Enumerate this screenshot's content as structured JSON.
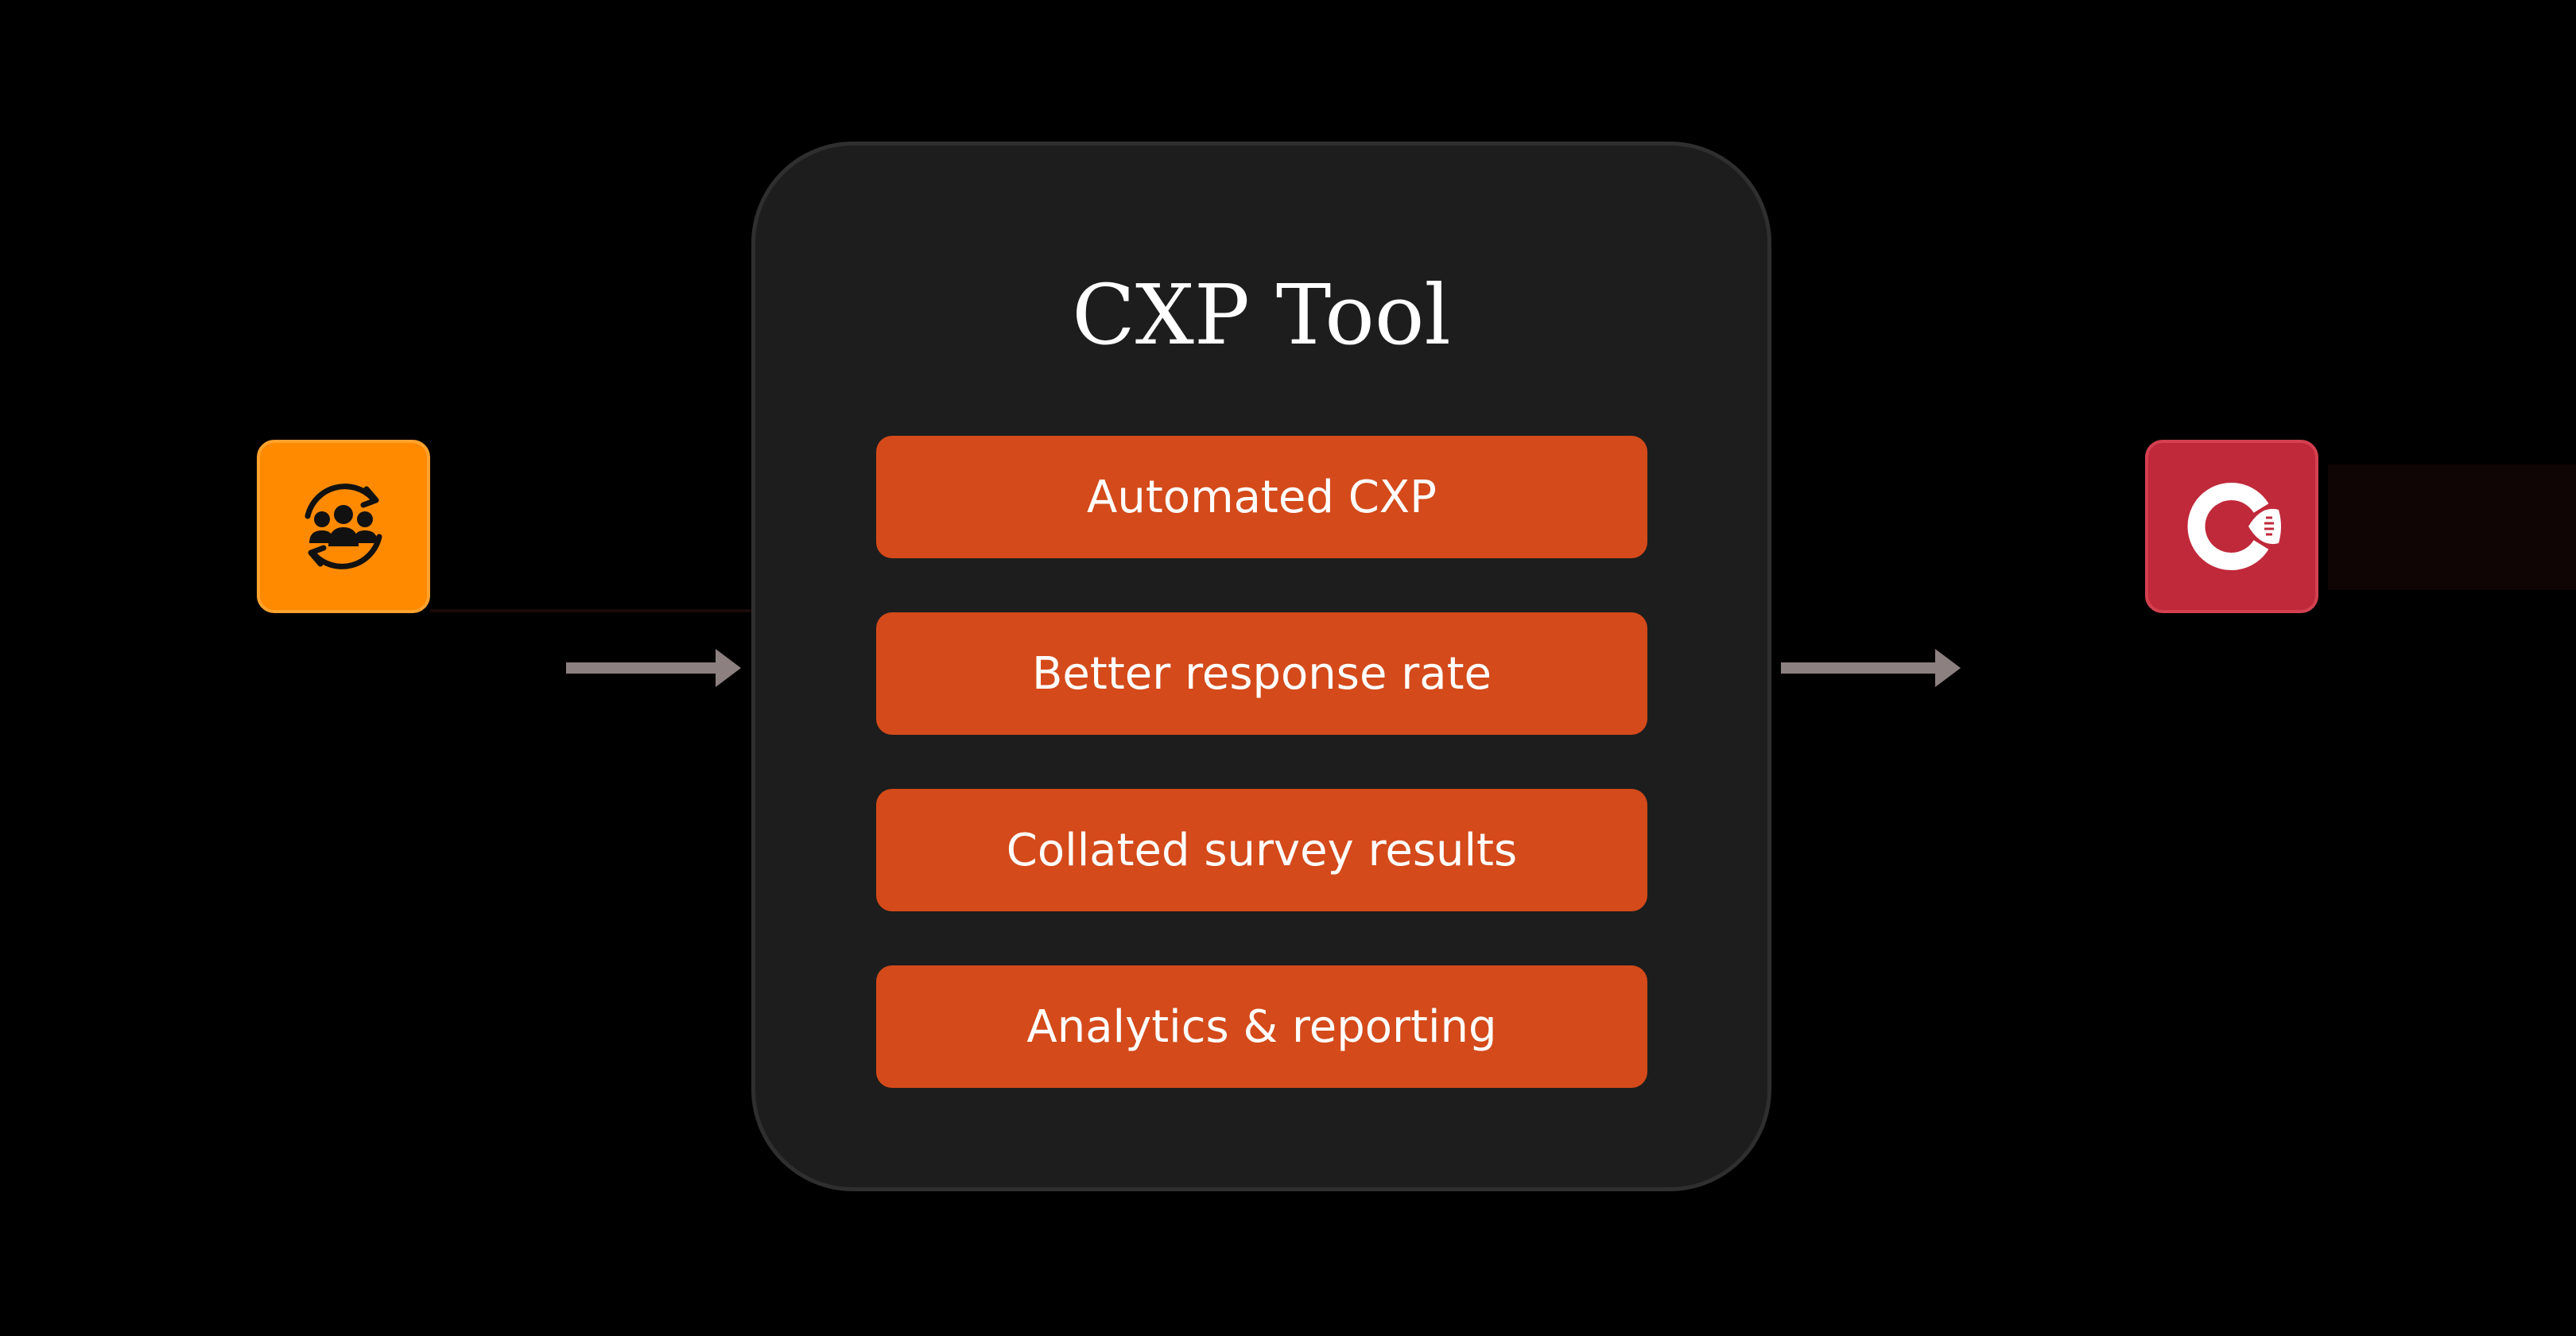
{
  "source": {
    "icon": "people-sync-icon",
    "label": "",
    "color": "#ff8a00"
  },
  "tool": {
    "title": "CXP Tool",
    "features": [
      {
        "label": "Automated CXP"
      },
      {
        "label": "Better response rate"
      },
      {
        "label": "Collated survey results"
      },
      {
        "label": "Analytics & reporting"
      }
    ],
    "feature_color": "#d44a1a",
    "panel_color": "#1d1d1d"
  },
  "destination": {
    "icon": "crm-c-logo-icon",
    "label": "",
    "color": "#c0293a"
  },
  "arrows": [
    {
      "from": "source",
      "to": "tool"
    },
    {
      "from": "tool",
      "to": "destination"
    }
  ],
  "colors": {
    "background": "#000000",
    "arrow": "#8d8080"
  }
}
